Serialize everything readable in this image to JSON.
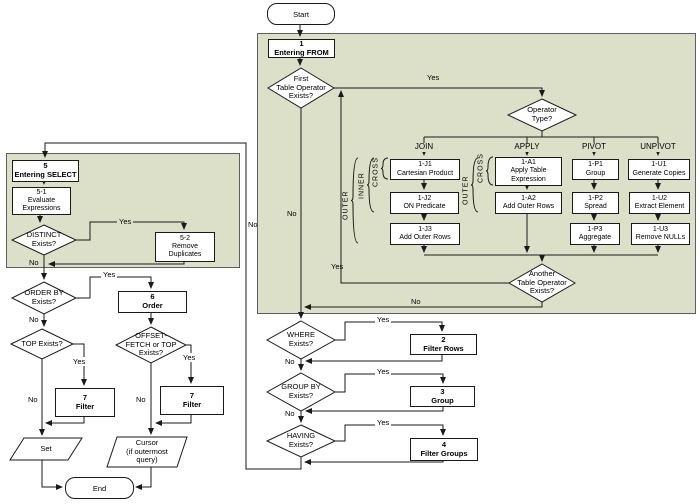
{
  "labels": {
    "yes": "Yes",
    "no": "No"
  },
  "terminals": {
    "start": "Start",
    "end": "End"
  },
  "steps": {
    "entering_from": {
      "num": "1",
      "label": "Entering FROM"
    },
    "filter_rows": {
      "num": "2",
      "label": "Filter Rows"
    },
    "group": {
      "num": "3",
      "label": "Group"
    },
    "filter_groups": {
      "num": "4",
      "label": "Filter Groups"
    },
    "entering_select": {
      "num": "5",
      "label": "Entering SELECT"
    },
    "evaluate_expressions": {
      "num": "5-1",
      "label": "Evaluate\nExpressions"
    },
    "remove_duplicates": {
      "num": "5-2",
      "label": "Remove\nDuplicates"
    },
    "order": {
      "num": "6",
      "label": "Order"
    },
    "filter_top_left": {
      "num": "7",
      "label": "Filter"
    },
    "filter_top_right": {
      "num": "7",
      "label": "Filter"
    },
    "join_cartesian": {
      "num": "1-J1",
      "label": "Cartesian Product"
    },
    "join_on_predicate": {
      "num": "1-J2",
      "label": "ON Predicate"
    },
    "join_add_outer": {
      "num": "1-J3",
      "label": "Add Outer Rows"
    },
    "apply_table_expr": {
      "num": "1-A1",
      "label": "Apply Table\nExpression"
    },
    "apply_add_outer": {
      "num": "1-A2",
      "label": "Add Outer Rows"
    },
    "pivot_group": {
      "num": "1-P1",
      "label": "Group"
    },
    "pivot_spread": {
      "num": "1-P2",
      "label": "Spread"
    },
    "pivot_aggregate": {
      "num": "1-P3",
      "label": "Aggregate"
    },
    "unpivot_generate": {
      "num": "1-U1",
      "label": "Generate Copies"
    },
    "unpivot_extract": {
      "num": "1-U2",
      "label": "Extract Element"
    },
    "unpivot_remove": {
      "num": "1-U3",
      "label": "Remove NULLs"
    }
  },
  "decisions": {
    "first_operator": "First\nTable Operator\nExists?",
    "operator_type": "Operator\nType?",
    "another_operator": "Another\nTable Operator\nExists?",
    "where": "WHERE\nExists?",
    "group_by": "GROUP BY\nExists?",
    "having": "HAVING\nExists?",
    "distinct": "DISTINCT\nExists?",
    "order_by": "ORDER BY\nExists?",
    "top": "TOP Exists?",
    "offset_fetch": "OFFSET-\nFETCH or TOP\nExists?"
  },
  "branches": {
    "join": "JOIN",
    "apply": "APPLY",
    "pivot": "PIVOT",
    "unpivot": "UNPIVOT"
  },
  "brace_labels": {
    "join_outer": "OUTER",
    "join_inner": "INNER",
    "join_cross": "CROSS",
    "apply_outer": "OUTER",
    "apply_cross": "CROSS"
  },
  "io": {
    "set": "Set",
    "cursor": "Cursor\n(if outermost\nquery)"
  },
  "colors": {
    "region_fill": "#dce0c9",
    "region_border": "#5f5f5f",
    "line": "#1a1a1a",
    "box_bg": "#ffffff"
  }
}
